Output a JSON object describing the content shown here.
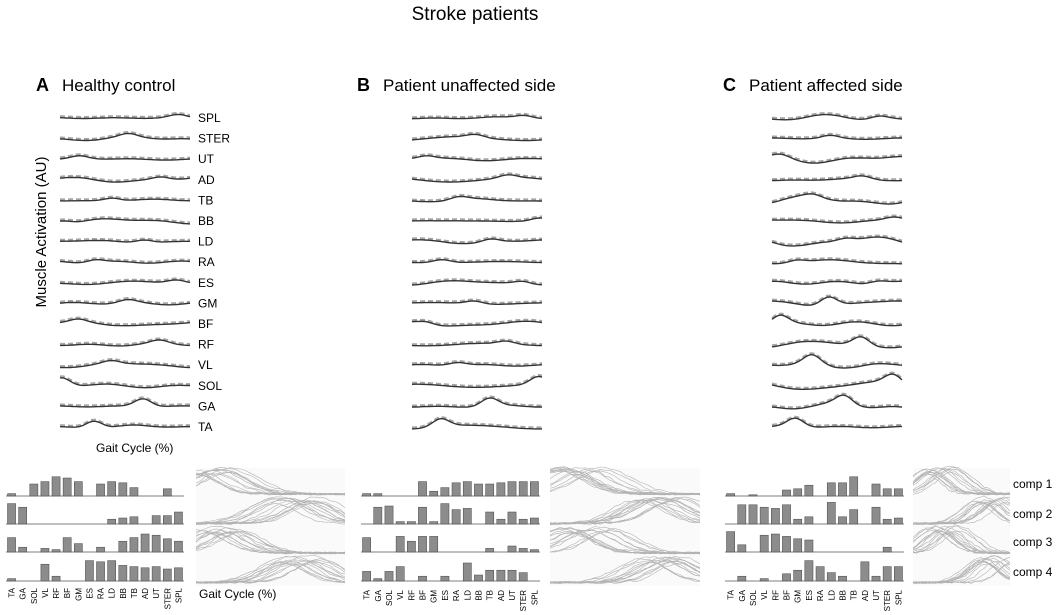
{
  "title": "Stroke patients",
  "ylabel": "Muscle Activation (AU)",
  "gait_label": "Gait Cycle (%)",
  "panels": [
    {
      "letter": "A",
      "title": "Healthy control"
    },
    {
      "letter": "B",
      "title": "Patient unaffected side"
    },
    {
      "letter": "C",
      "title": "Patient affected side"
    }
  ],
  "muscles": [
    "SPL",
    "STER",
    "UT",
    "AD",
    "TB",
    "BB",
    "LD",
    "RA",
    "ES",
    "GM",
    "BF",
    "RF",
    "VL",
    "SOL",
    "GA",
    "TA"
  ],
  "bar_muscles": [
    "TA",
    "GA",
    "SOL",
    "VL",
    "RF",
    "BF",
    "GM",
    "ES",
    "RA",
    "LD",
    "BB",
    "TB",
    "AD",
    "UT",
    "STER",
    "SPL"
  ],
  "components": [
    "comp 1",
    "comp 2",
    "comp 3",
    "comp 4"
  ],
  "colors": {
    "trace": "#333333",
    "dashed": "#a6a6a6",
    "bar_fill": "#8c8c8c",
    "bar_edge": "#444444",
    "bundle": "#b3b3b3"
  },
  "chart_data": {
    "type": "bar",
    "categories": [
      "TA",
      "GA",
      "SOL",
      "VL",
      "RF",
      "BF",
      "GM",
      "ES",
      "RA",
      "LD",
      "BB",
      "TB",
      "AD",
      "UT",
      "STER",
      "SPL"
    ],
    "panels": [
      {
        "name": "A",
        "components": [
          [
            0.1,
            0,
            0.5,
            0.6,
            0.8,
            0.75,
            0.6,
            0,
            0.5,
            0.6,
            0.55,
            0.35,
            0,
            0,
            0.3,
            0
          ],
          [
            0.85,
            0.7,
            0,
            0,
            0,
            0,
            0,
            0,
            0,
            0.2,
            0.25,
            0.3,
            0,
            0.35,
            0.35,
            0.5
          ],
          [
            0.6,
            0.2,
            0,
            0.15,
            0.1,
            0.6,
            0.35,
            0,
            0.2,
            0,
            0.45,
            0.6,
            0.75,
            0.7,
            0.55,
            0.45
          ],
          [
            0.1,
            0,
            0,
            0.7,
            0.2,
            0,
            0,
            0.85,
            0.8,
            0.85,
            0.65,
            0.6,
            0.55,
            0.6,
            0.5,
            0.55
          ]
        ]
      },
      {
        "name": "B",
        "components": [
          [
            0.1,
            0.1,
            0,
            0,
            0,
            0.6,
            0.2,
            0.35,
            0.55,
            0.6,
            0.5,
            0.5,
            0.55,
            0.6,
            0.6,
            0.6
          ],
          [
            0,
            0.7,
            0.75,
            0.1,
            0.1,
            0.7,
            0.1,
            0.85,
            0.6,
            0.65,
            0,
            0.5,
            0.2,
            0.5,
            0.2,
            0.25
          ],
          [
            0.6,
            0,
            0,
            0.65,
            0.45,
            0.65,
            0.65,
            0,
            0,
            0,
            0,
            0.15,
            0,
            0.25,
            0.15,
            0.1
          ],
          [
            0.4,
            0.1,
            0.4,
            0.6,
            0,
            0.2,
            0,
            0.2,
            0,
            0.75,
            0.25,
            0.45,
            0.45,
            0.45,
            0.35,
            0
          ]
        ]
      },
      {
        "name": "C",
        "components": [
          [
            0.1,
            0,
            0.05,
            0,
            0,
            0.25,
            0.3,
            0.45,
            0,
            0.55,
            0.55,
            0.8,
            0,
            0.5,
            0.3,
            0.3
          ],
          [
            0,
            0.8,
            0.8,
            0.7,
            0.65,
            0.8,
            0.2,
            0.3,
            0,
            0.9,
            0.3,
            0.6,
            0,
            0.7,
            0.2,
            0.25
          ],
          [
            0.85,
            0.3,
            0,
            0.7,
            0.75,
            0.65,
            0.55,
            0.5,
            0,
            0,
            0,
            0,
            0,
            0,
            0.2,
            0
          ],
          [
            0,
            0.2,
            0,
            0.1,
            0,
            0.3,
            0.45,
            0.85,
            0.6,
            0.35,
            0.2,
            0,
            0.8,
            0.2,
            0.6,
            0.6
          ]
        ]
      }
    ]
  }
}
